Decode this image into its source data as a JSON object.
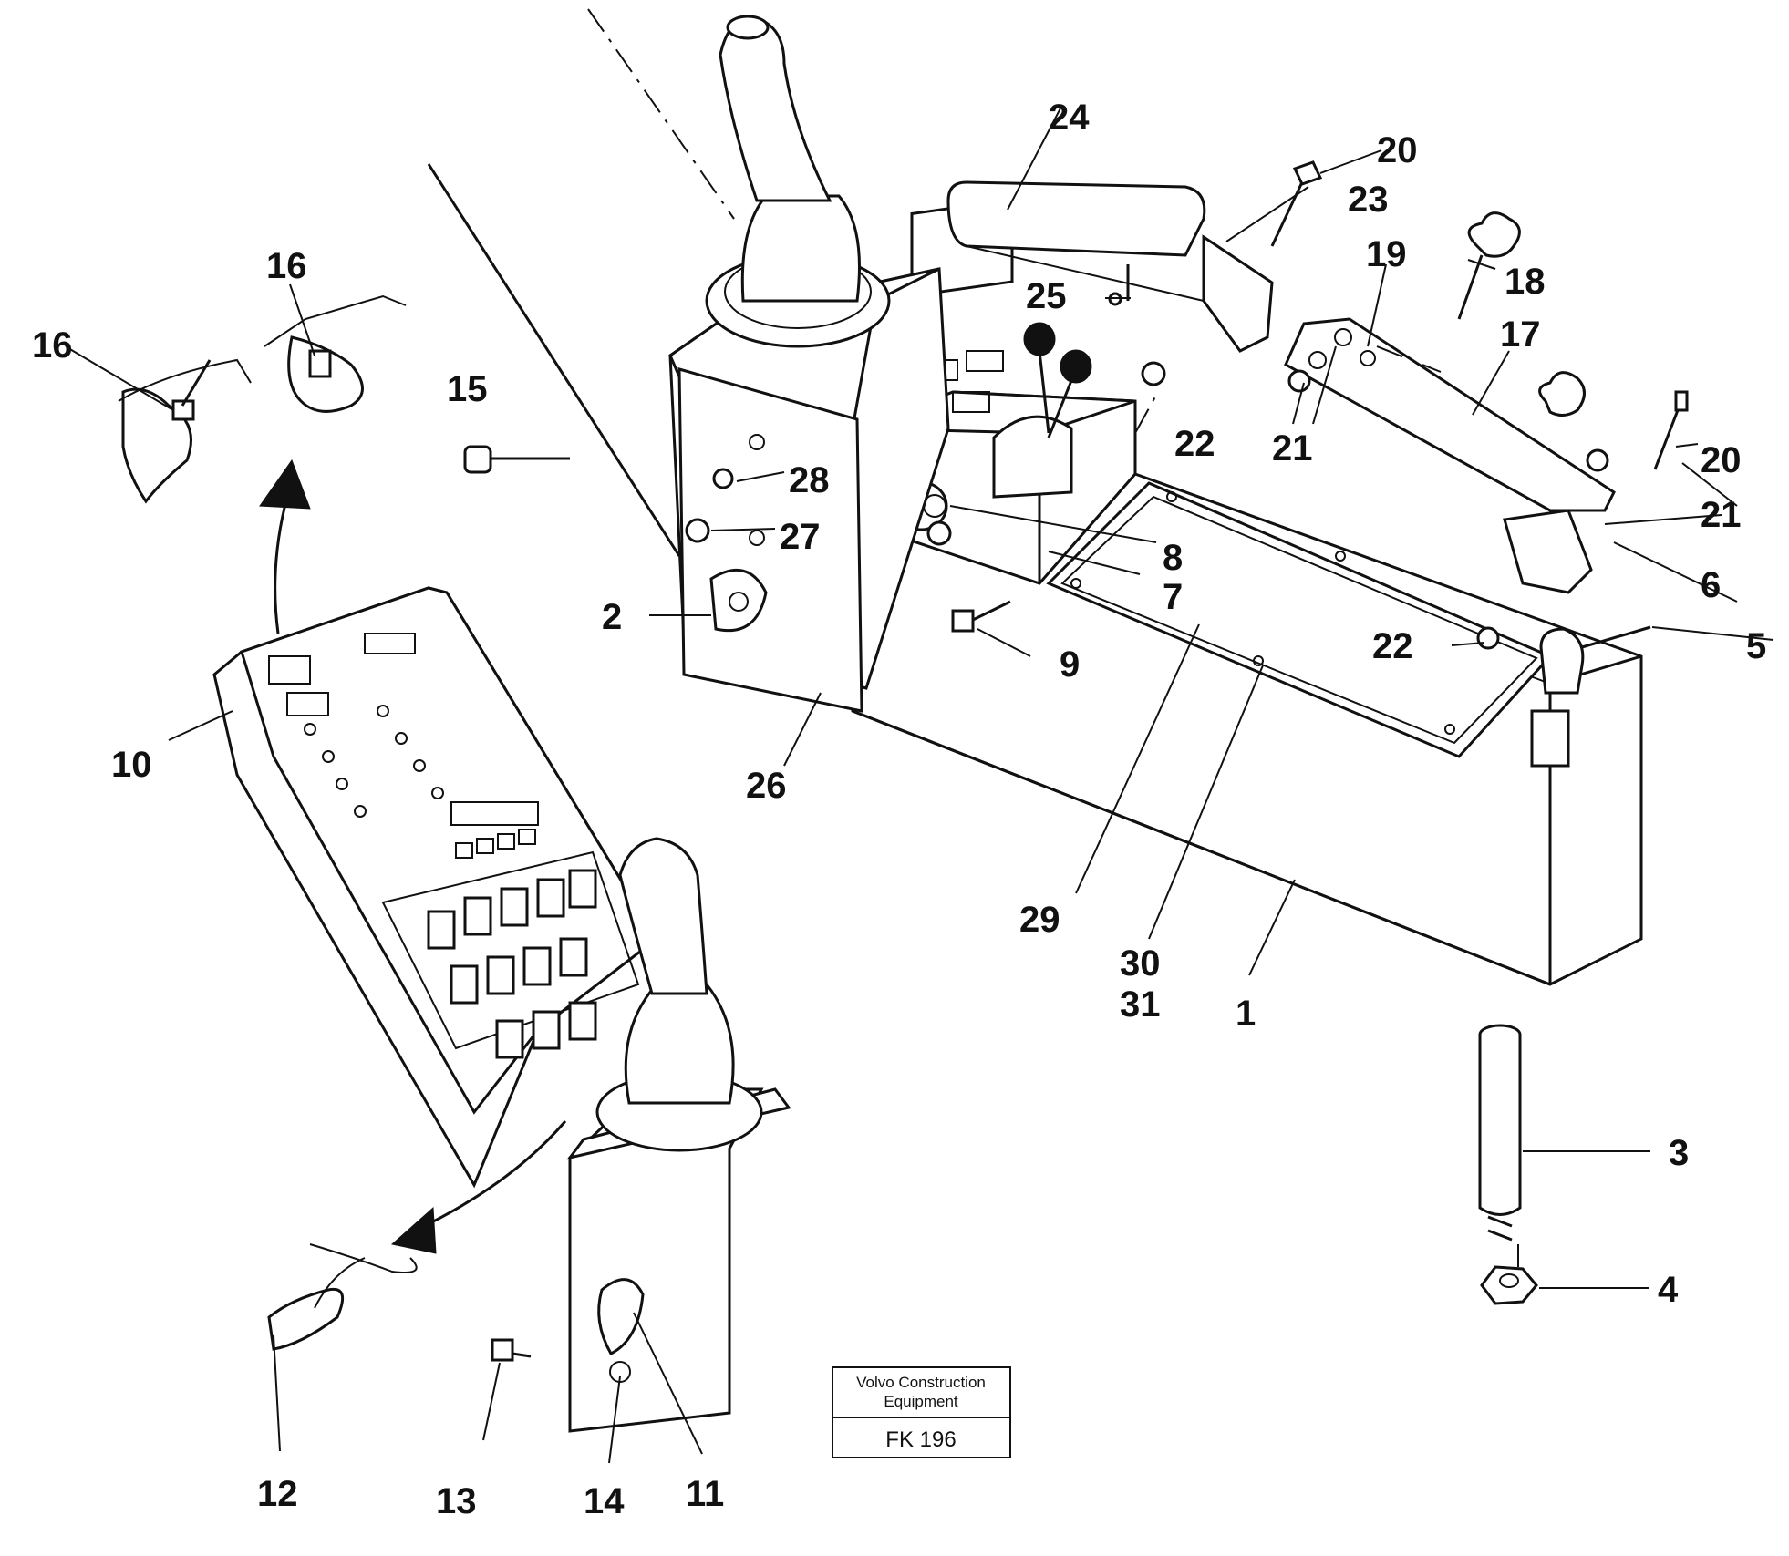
{
  "callouts": {
    "c1": "1",
    "c2": "2",
    "c3": "3",
    "c4": "4",
    "c5": "5",
    "c6": "6",
    "c7": "7",
    "c8": "8",
    "c9": "9",
    "c10": "10",
    "c11": "11",
    "c12": "12",
    "c13": "13",
    "c14": "14",
    "c15": "15",
    "c16a": "16",
    "c16b": "16",
    "c17": "17",
    "c18": "18",
    "c19": "19",
    "c20a": "20",
    "c20b": "20",
    "c21a": "21",
    "c21b": "21",
    "c22a": "22",
    "c22b": "22",
    "c23": "23",
    "c24": "24",
    "c25": "25",
    "c26": "26",
    "c27": "27",
    "c28": "28",
    "c29": "29",
    "c30": "30",
    "c31": "31"
  },
  "stamp": {
    "line1": "Volvo Construction",
    "line2": "Equipment",
    "code": "FK 196"
  }
}
